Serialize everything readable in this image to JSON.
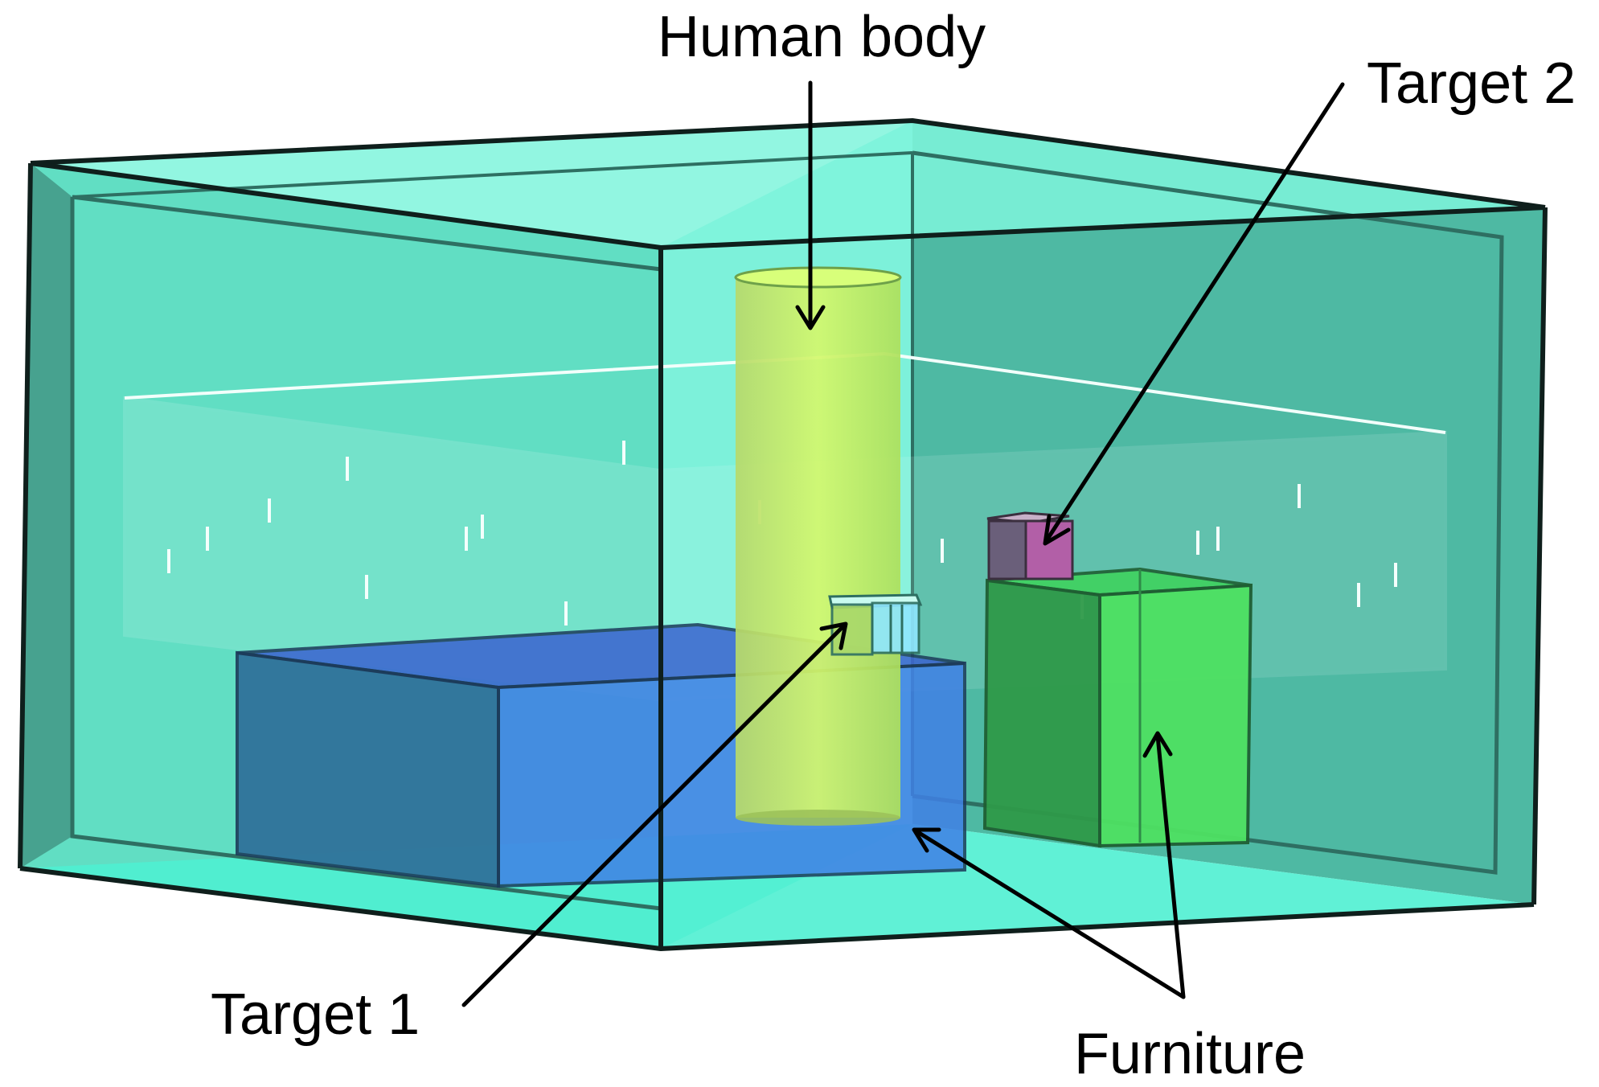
{
  "labels": {
    "human_body": "Human body",
    "target_2": "Target 2",
    "target_1": "Target 1",
    "furniture": "Furniture"
  },
  "colors": {
    "room_glass": "#4fe7c9",
    "room_edge": "#0f1f1c",
    "human_body": "#c9f55a",
    "furniture_left": "#3f6fd6",
    "furniture_right": "#4bd86a",
    "target_1": "#a8e0ff",
    "target_2": "#b25fa7",
    "sensor_plane": "#e9fbf6",
    "arrow": "#000000"
  },
  "icons": {
    "arrowheads": "open-chevron-arrow"
  }
}
